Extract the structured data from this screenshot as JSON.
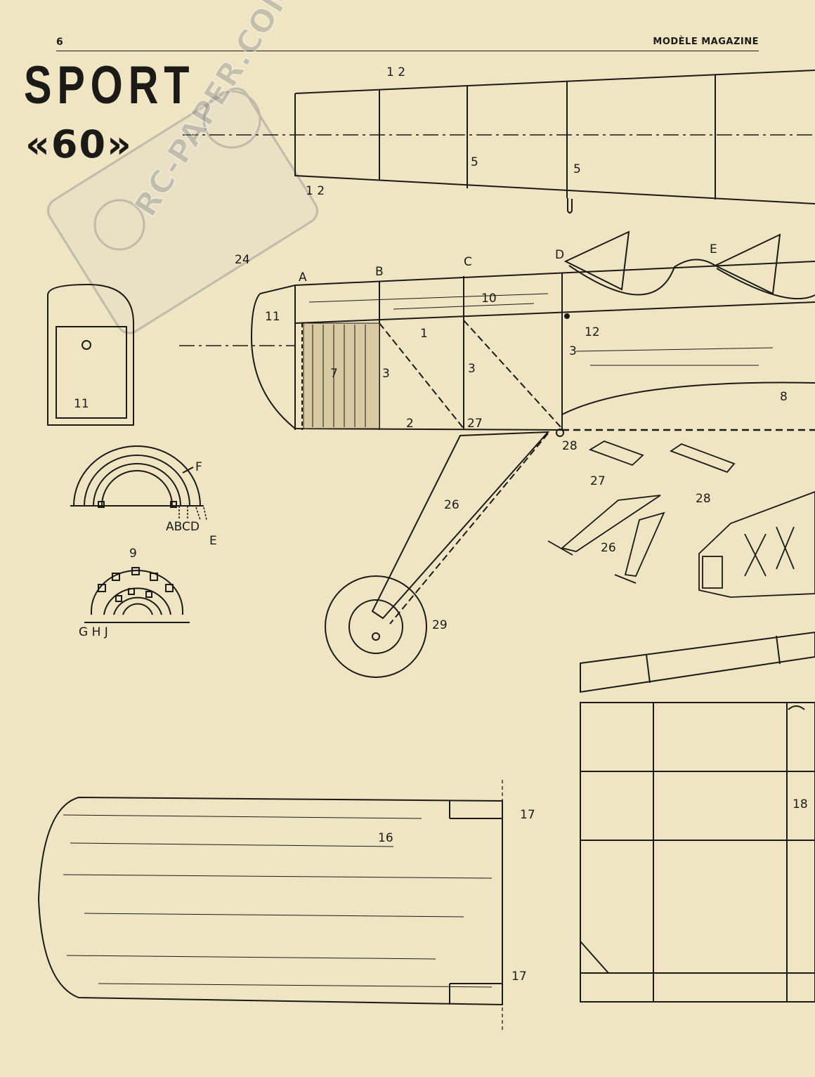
{
  "header": {
    "page_number": "6",
    "magazine": "MODÈLE MAGAZINE"
  },
  "title": {
    "line1": "SPORT",
    "line2": "«60»"
  },
  "watermark": "RC-PAPER.COM",
  "labels": {
    "n1": "1",
    "n2": "2",
    "n3": "3",
    "n5": "5",
    "n7": "7",
    "n8": "8",
    "n9": "9",
    "n10": "10",
    "n11": "11",
    "n12": "12",
    "n16": "16",
    "n17": "17",
    "n18": "18",
    "n24": "24",
    "n26": "26",
    "n27": "27",
    "n28": "28",
    "n29": "29",
    "A": "A",
    "B": "B",
    "C": "C",
    "D": "D",
    "E": "E",
    "F": "F",
    "abcd": "ABCD",
    "ghj": "G H J",
    "n12pair": "1 2"
  }
}
